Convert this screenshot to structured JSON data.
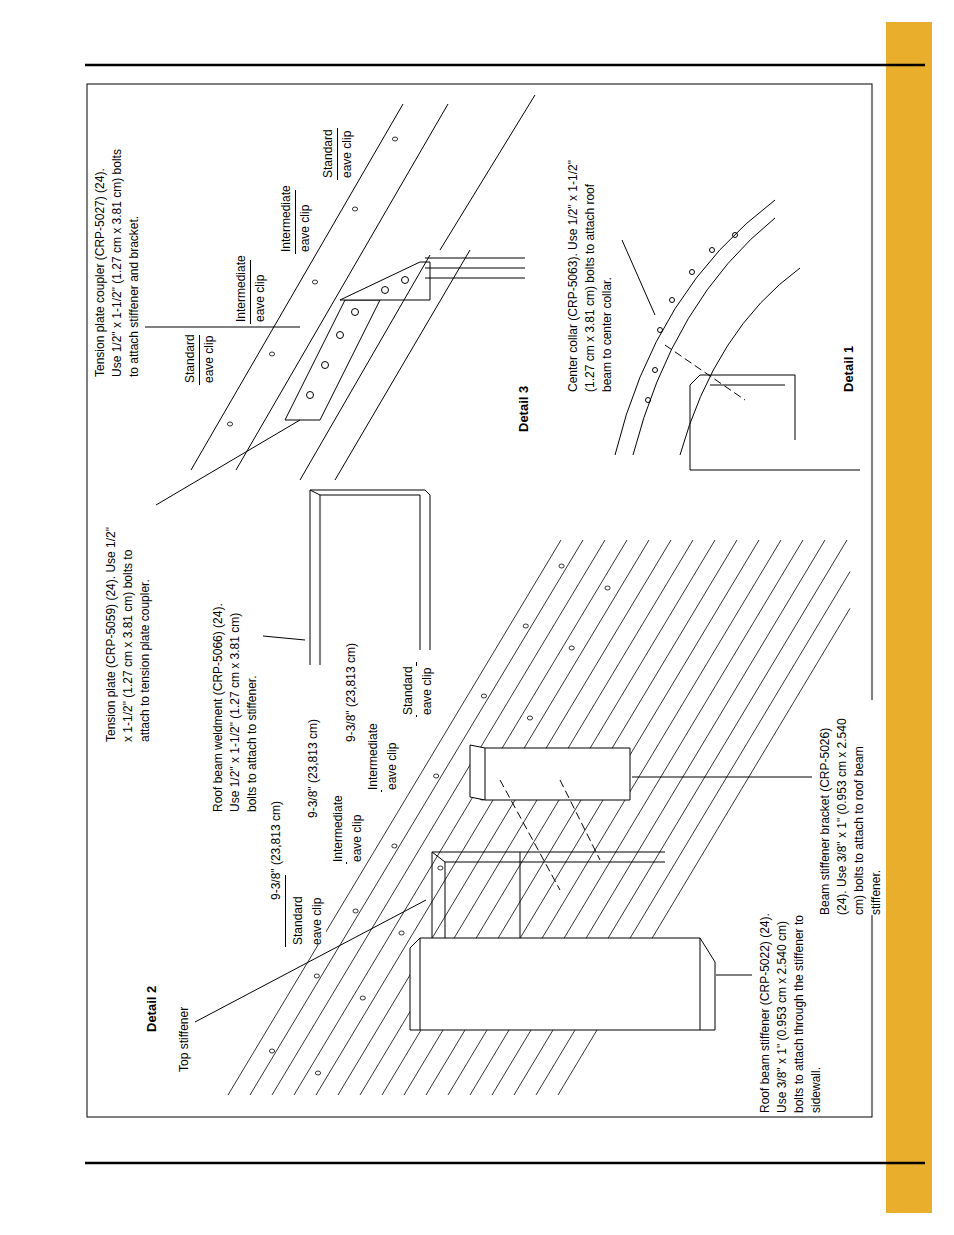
{
  "diagram": {
    "labels": [
      "Top stiffener",
      "Standard",
      "eave clip",
      "9-3/8\" (23,813 cm)",
      "Intermediate",
      "eave clip",
      "9-3/8\" (23,813 cm)",
      "Intermediate",
      "eave clip",
      "9-3/8\" (23,813 cm)",
      "Standard",
      "eave clip",
      "Roof beam stiffener (CRP-5022) (24). Use 3/8\" x 1\" (0.953 cm x 2.540 cm) bolts to attach through the stiffener to sidewall.",
      "Beam stiffener bracket (CRP-5026) (24). Use 3/8\" x 1\" (0.953 cm x 2.540 cm) bolts to attach to roof beam stiffener.",
      "Detail 2",
      "Roof beam weldment (CRP-5066) (24). Use 1/2\" x 1-1/2\" (1.27 cm x 3.81 cm) bolts to attach to stiffener.",
      "Tension plate (CRP-5059) (24). Use 1/2\" x 1-1/2\" (1.27 cm x 3.81 cm) bolts to attach to tension plate coupler.",
      "Tension plate coupler (CRP-5027) (24). Use 1/2\" x 1-1/2\" (1.27 cm x 3.81 cm) bolts to attach stiffener and bracket.",
      "Standard",
      "eave clip",
      "Intermediate",
      "eave clip",
      "Intermediate",
      "eave clip",
      "Standard",
      "eave clip",
      "Detail 3",
      "Center collar (CRP-5063). Use 1/2\" x 1-1/2\" (1.27 cm x 3.81 cm) bolts to attach roof beam to center collar.",
      "Detail 1"
    ]
  }
}
